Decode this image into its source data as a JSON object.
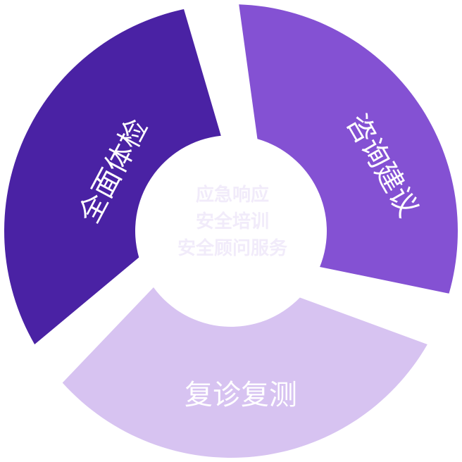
{
  "segments": [
    {
      "label": "全面体检",
      "color": "#4A22A4"
    },
    {
      "label": "咨询建议",
      "color": "#8451D3"
    },
    {
      "label": "复诊复测",
      "color": "#D7C3F1"
    }
  ],
  "center_lines": [
    "应急响应",
    "安全培训",
    "安全顾问服务"
  ]
}
